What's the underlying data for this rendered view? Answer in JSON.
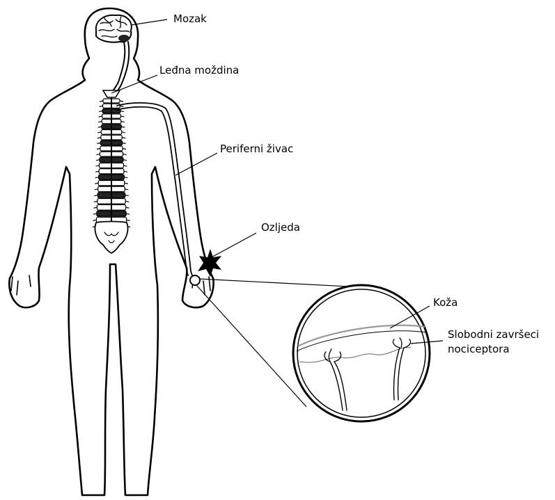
{
  "labels": {
    "brain": "Mozak",
    "spinal_cord": "Leđna moždina",
    "peripheral_nerve": "Periferni živac",
    "injury": "Ozljeda",
    "skin": "Koža",
    "nociceptor_line1": "Slobodni završeci",
    "nociceptor_line2": "nociceptora"
  },
  "colors": {
    "line": "#000000",
    "background": "#ffffff",
    "skin_layer": "#9a9a9a"
  }
}
